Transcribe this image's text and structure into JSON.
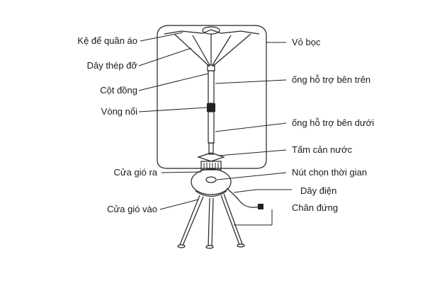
{
  "labels": {
    "rack": "Kệ để quần áo",
    "steel_wire": "Dây thép đỡ",
    "copper_pole": "Cột đồng",
    "float_ring": "Vòng nổi",
    "air_outlet": "Cửa gió ra",
    "air_inlet": "Cửa gió vào",
    "cover": "Vỏ bọc",
    "upper_tube": "ống hỗ trợ bên trên",
    "lower_tube": "ống hỗ trợ bên dưới",
    "water_shield": "Tấm cản nước",
    "timer_knob": "Nút chọn thời gian",
    "power_cord": "Dây điện",
    "stand": "Chân đứng"
  }
}
